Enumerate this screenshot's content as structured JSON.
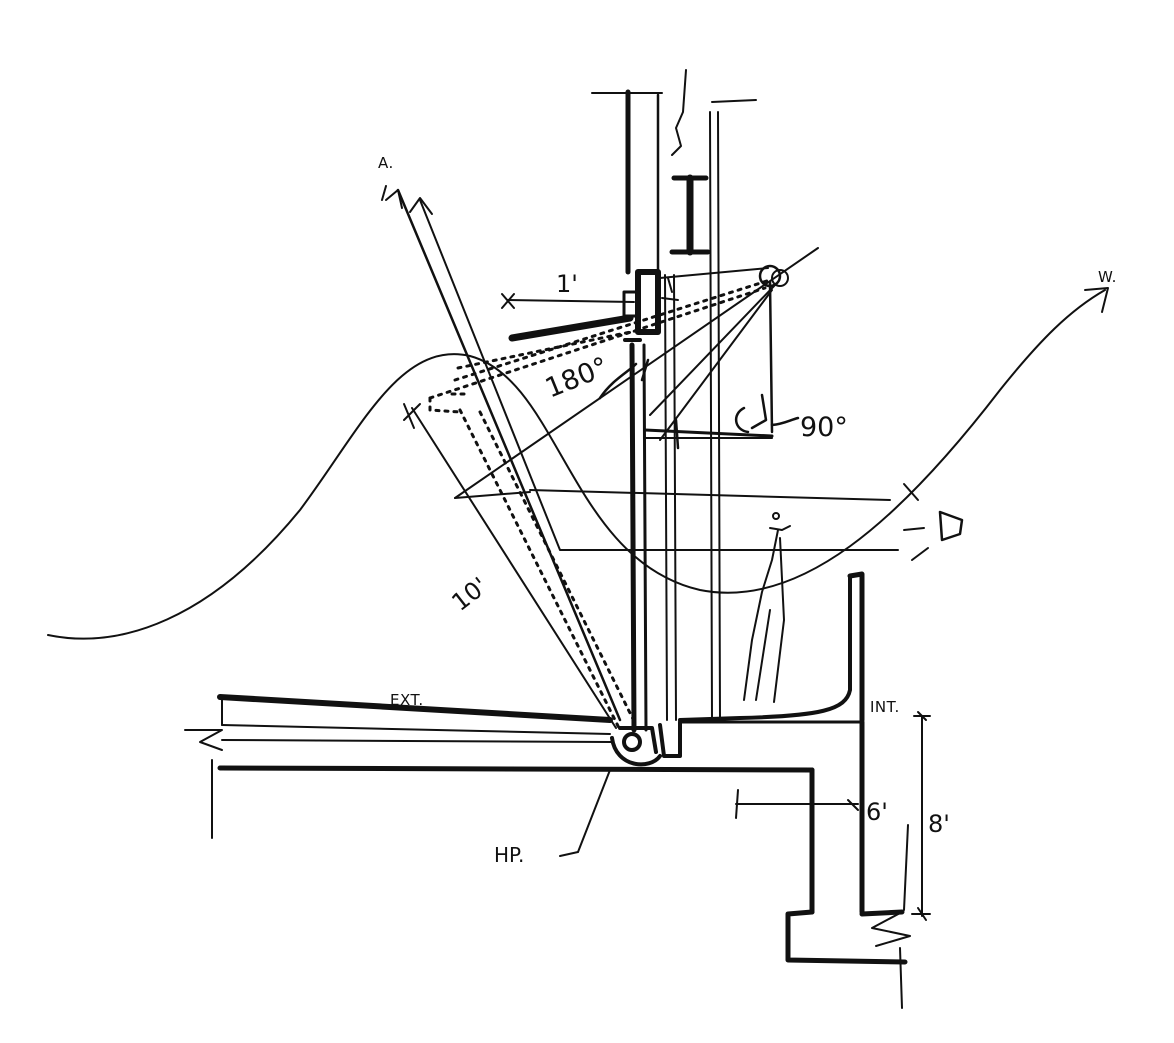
{
  "labels": {
    "arrow_a": "A.",
    "arrow_w": "W.",
    "overhang_dim": "1'",
    "angle_180": "180°",
    "angle_90": "90°",
    "rotation_dim": "10'",
    "ext": "EXT.",
    "int": "INT.",
    "hp": "HP.",
    "dim_6": "6'",
    "dim_8": "8'"
  },
  "colors": {
    "ink": "#111111",
    "paper": "#ffffff"
  }
}
